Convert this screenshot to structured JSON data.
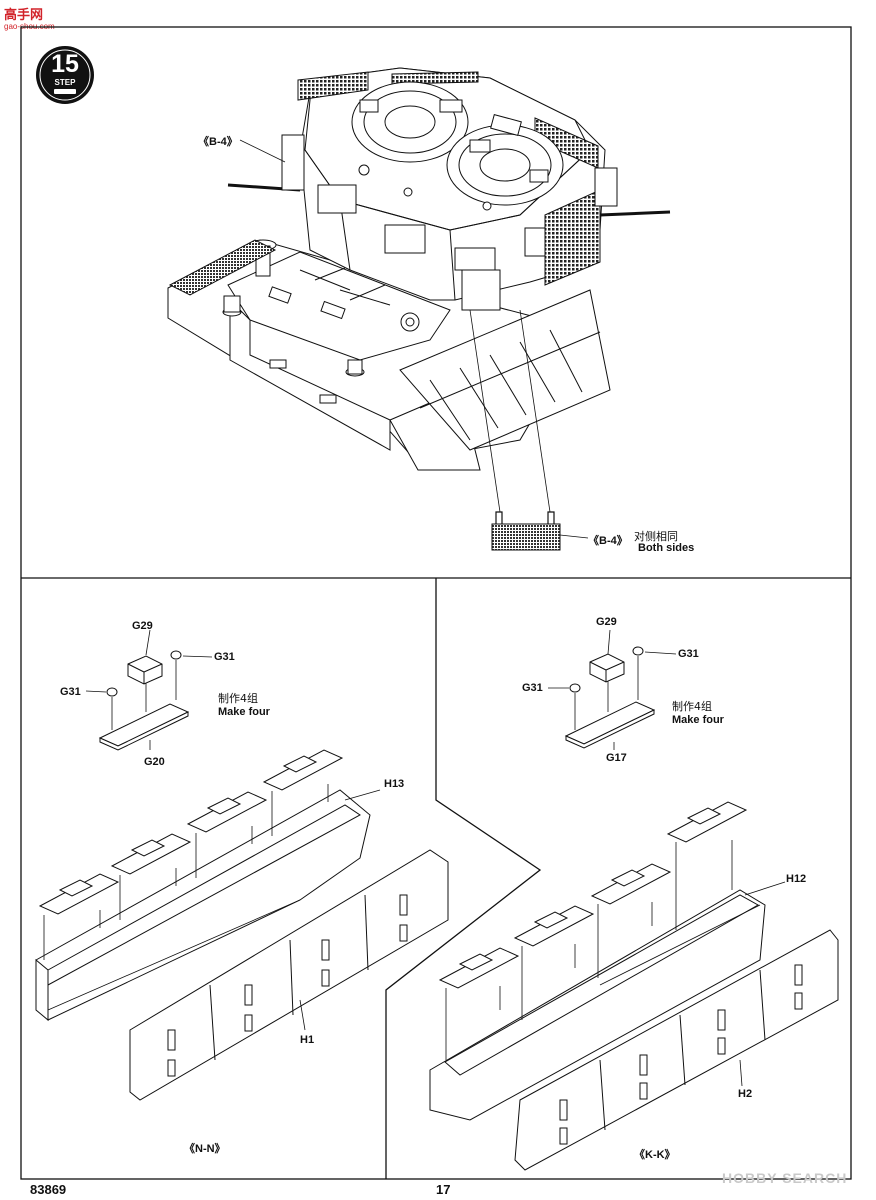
{
  "watermark_top": {
    "main": "高手网",
    "sub": "gao-shou.com"
  },
  "step": {
    "number": "15",
    "label": "STEP"
  },
  "top_panel": {
    "callout_turret": "《B-4》",
    "callout_part": "《B-4》",
    "note_cn": "对侧相同",
    "note_en": "Both sides"
  },
  "left_panel": {
    "parts": {
      "g29": "G29",
      "g31_right": "G31",
      "g31_left": "G31",
      "base": "G20",
      "box_top": "H13",
      "box_body": "H1"
    },
    "make_cn": "制作4组",
    "make_en": "Make four",
    "caption": "《N-N》"
  },
  "right_panel": {
    "parts": {
      "g29": "G29",
      "g31_right": "G31",
      "g31_left": "G31",
      "base": "G17",
      "box_top": "H12",
      "box_body": "H2"
    },
    "make_cn": "制作4组",
    "make_en": "Make four",
    "caption": "《K-K》"
  },
  "footer": {
    "kit_number": "83869",
    "page_number": "17",
    "watermark": "HOBBY SEARCH"
  }
}
